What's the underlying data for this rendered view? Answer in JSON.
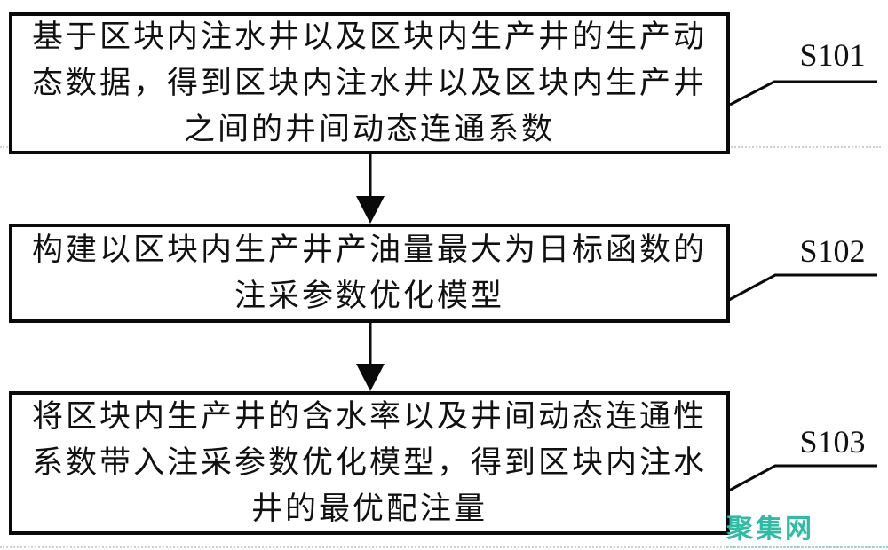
{
  "figure": {
    "steps": [
      {
        "label": "S101",
        "lines": [
          "基于区块内注水井以及区块内生产井的生产动",
          "态数据，得到区块内注水井以及区块内生产井",
          "之间的井间动态连通系数"
        ]
      },
      {
        "label": "S102",
        "lines": [
          "构建以区块内生产井产油量最大为日标函数的",
          "注采参数优化模型"
        ]
      },
      {
        "label": "S103",
        "lines": [
          "将区块内生产井的含水率以及井间动态连通性",
          "系数带入注采参数优化模型，得到区块内注水",
          "井的最优配注量"
        ]
      }
    ],
    "watermark": {
      "text": "聚集网",
      "color": "#2FBCA5"
    },
    "colors": {
      "line": "#0a0a0a",
      "background": "#ffffff"
    }
  }
}
